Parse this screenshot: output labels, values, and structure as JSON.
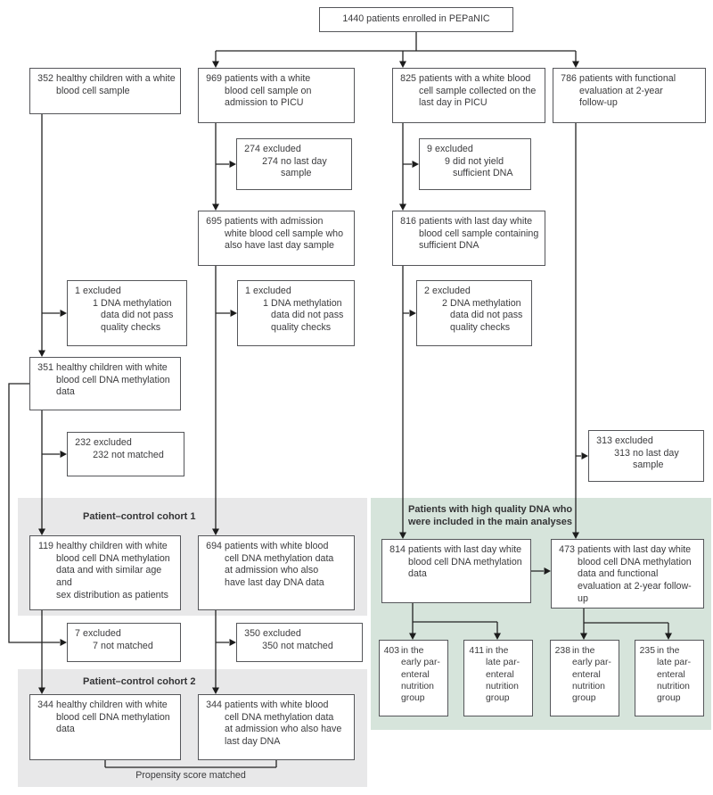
{
  "figure": {
    "root": {
      "text": "1440 patients enrolled in PEPaNIC"
    },
    "boxes": {
      "b352": {
        "num": "352",
        "text": "healthy children with a white\nblood cell sample"
      },
      "b969": {
        "num": "969",
        "text": "patients with a white\nblood cell sample on\nadmission to PICU"
      },
      "b825": {
        "num": "825",
        "text": "patients with a white blood\ncell sample collected on the\nlast day in PICU"
      },
      "b786": {
        "num": "786",
        "text": "patients with functional\nevaluation at 2-year\nfollow-up"
      },
      "b695": {
        "num": "695",
        "text": "patients with admission\nwhite blood cell sample who\nalso have last day sample"
      },
      "b816": {
        "num": "816",
        "text": "patients with last day white\nblood cell sample containing\nsufficient DNA"
      },
      "b351": {
        "num": "351",
        "text": "healthy children with white\nblood cell DNA methylation\ndata"
      },
      "b119": {
        "num": "119",
        "text": "healthy children with white\nblood cell DNA methylation\ndata and with similar age and\nsex distribution as patients"
      },
      "b694": {
        "num": "694",
        "text": "patients with white blood\ncell DNA methylation data\nat admission who also\nhave last day DNA data"
      },
      "b814": {
        "num": "814",
        "text": "patients with last day white\nblood cell DNA methylation\ndata"
      },
      "b473": {
        "num": "473",
        "text": "patients with last day white\nblood cell DNA methylation\ndata and functional\nevaluation at 2-year follow-up"
      },
      "b344a": {
        "num": "344",
        "text": "healthy children with white\nblood cell DNA methylation\ndata"
      },
      "b344b": {
        "num": "344",
        "text": "patients with white blood\ncell DNA methylation data\nat admission who also have\nlast day DNA"
      },
      "g403": {
        "num": "403",
        "text": "in the\nearly par-\nenteral\nnutrition\ngroup"
      },
      "g411": {
        "num": "411",
        "text": "in the\nlate par-\nenteral\nnutrition\ngroup"
      },
      "g238": {
        "num": "238",
        "text": "in the\nearly par-\nenteral\nnutrition\ngroup"
      },
      "g235": {
        "num": "235",
        "text": "in the\nlate par-\nenteral\nnutrition\ngroup"
      }
    },
    "exclusions": {
      "e274": {
        "num": "274",
        "label": "excluded",
        "reason_num": "274",
        "reason": "no last day\nsample"
      },
      "e9": {
        "num": "9",
        "label": "excluded",
        "reason_num": "9",
        "reason": "did not yield\nsufficient DNA"
      },
      "e1a": {
        "num": "1",
        "label": "excluded",
        "reason_num": "1",
        "reason": "DNA methylation\ndata did not pass\nquality checks"
      },
      "e1b": {
        "num": "1",
        "label": "excluded",
        "reason_num": "1",
        "reason": "DNA methylation\ndata did not pass\nquality checks"
      },
      "e2": {
        "num": "2",
        "label": "excluded",
        "reason_num": "2",
        "reason": "DNA methylation\ndata did not pass\nquality checks"
      },
      "e232": {
        "num": "232",
        "label": "excluded",
        "reason_num": "232",
        "reason": "not matched"
      },
      "e313": {
        "num": "313",
        "label": "excluded",
        "reason_num": "313",
        "reason": "no last day\nsample"
      },
      "e7": {
        "num": "7",
        "label": "excluded",
        "reason_num": "7",
        "reason": "not matched"
      },
      "e350": {
        "num": "350",
        "label": "excluded",
        "reason_num": "350",
        "reason": "not matched"
      }
    },
    "regions": {
      "cohort1": "Patient–control cohort 1",
      "cohort2": "Patient–control cohort 2",
      "main_analyses": "Patients with high quality DNA who\nwere included in the main analyses"
    },
    "footer": "Propensity score matched",
    "colors": {
      "region_gray": "#e8e8e9",
      "region_green": "#d6e4db",
      "box_border": "#55565a",
      "connector": "#232323",
      "text": "#3b3b3d"
    }
  }
}
